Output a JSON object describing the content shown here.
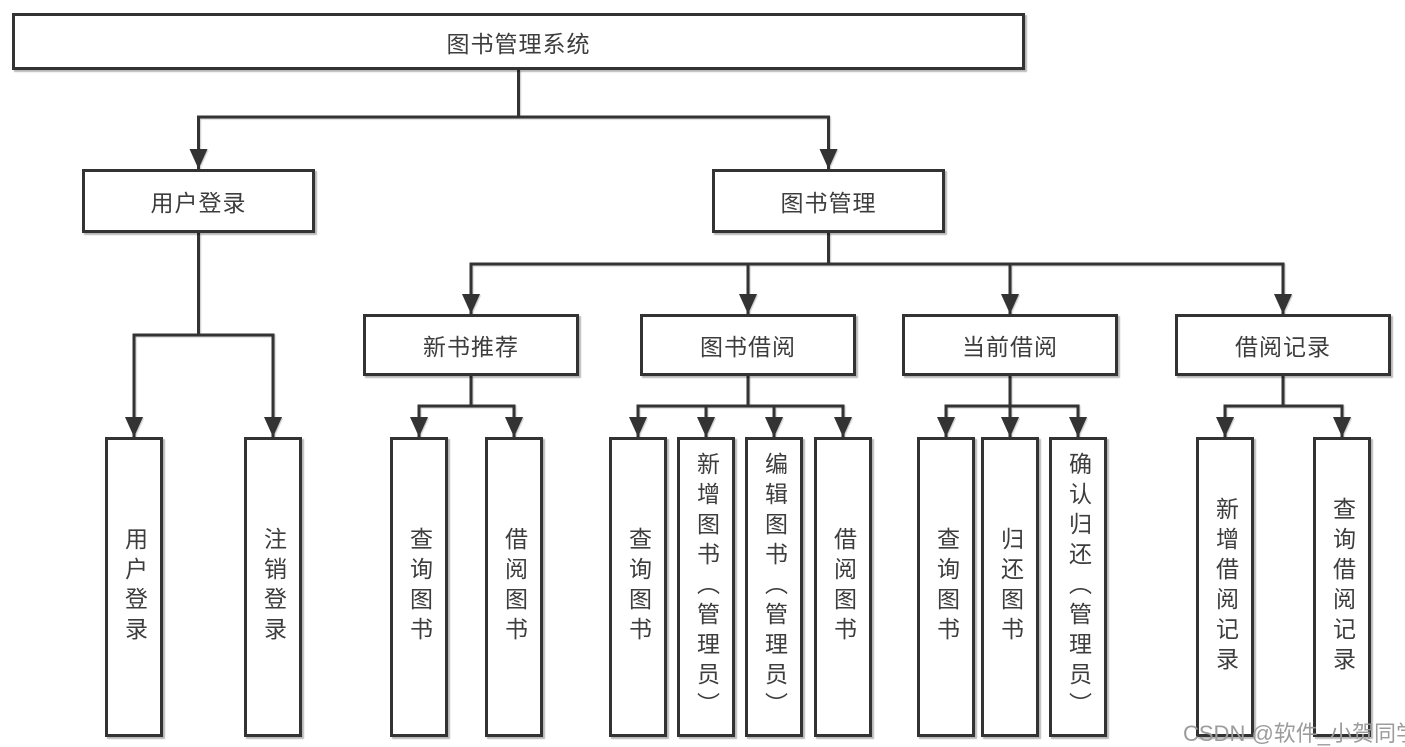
{
  "tree": {
    "root": {
      "label": "图书管理系统",
      "children": [
        {
          "label": "用户登录",
          "children": [
            {
              "label": "用户登录"
            },
            {
              "label": "注销登录"
            }
          ]
        },
        {
          "label": "图书管理",
          "children": [
            {
              "label": "新书推荐",
              "children": [
                {
                  "label": "查询图书"
                },
                {
                  "label": "借阅图书"
                }
              ]
            },
            {
              "label": "图书借阅",
              "children": [
                {
                  "label": "查询图书"
                },
                {
                  "label": "新增图书（管理员）"
                },
                {
                  "label": "编辑图书（管理员）"
                },
                {
                  "label": "借阅图书"
                }
              ]
            },
            {
              "label": "当前借阅",
              "children": [
                {
                  "label": "查询图书"
                },
                {
                  "label": "归还图书"
                },
                {
                  "label": "确认归还（管理员）"
                }
              ]
            },
            {
              "label": "借阅记录",
              "children": [
                {
                  "label": "新增借阅记录"
                },
                {
                  "label": "查询借阅记录"
                }
              ]
            }
          ]
        }
      ]
    }
  },
  "watermark": {
    "text": "CSDN @软件_小贺同学"
  },
  "colors": {
    "line": "#333333",
    "text": "#3d3d3d",
    "box_background": "#ffffff",
    "watermark": "#9c9c9c",
    "page_background": "#ffffff"
  }
}
